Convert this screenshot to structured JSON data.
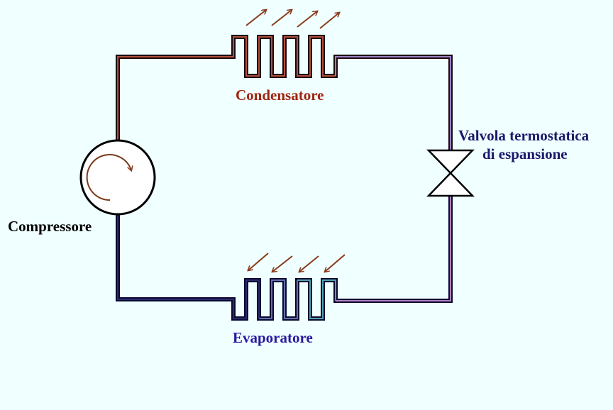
{
  "labels": {
    "condenser": "Condensatore",
    "evaporator": "Evaporatore",
    "compressor": "Compressore",
    "valve_line1": "Valvola termostatica",
    "valve_line2": "di espansione"
  },
  "colors": {
    "background": "#f0ffff",
    "condenser_text": "#a02410",
    "evaporator_text": "#2a18a0",
    "valve_text": "#1a1a6a",
    "compressor_text": "#000000",
    "hot_pipe": "#a0442a",
    "cold_pipe": "#3a3aa0",
    "heat_arrow": "#8a3a1a"
  },
  "icons": [
    "heat-out-arrow",
    "heat-in-arrow",
    "rotation-arrow",
    "expansion-valve-symbol"
  ]
}
